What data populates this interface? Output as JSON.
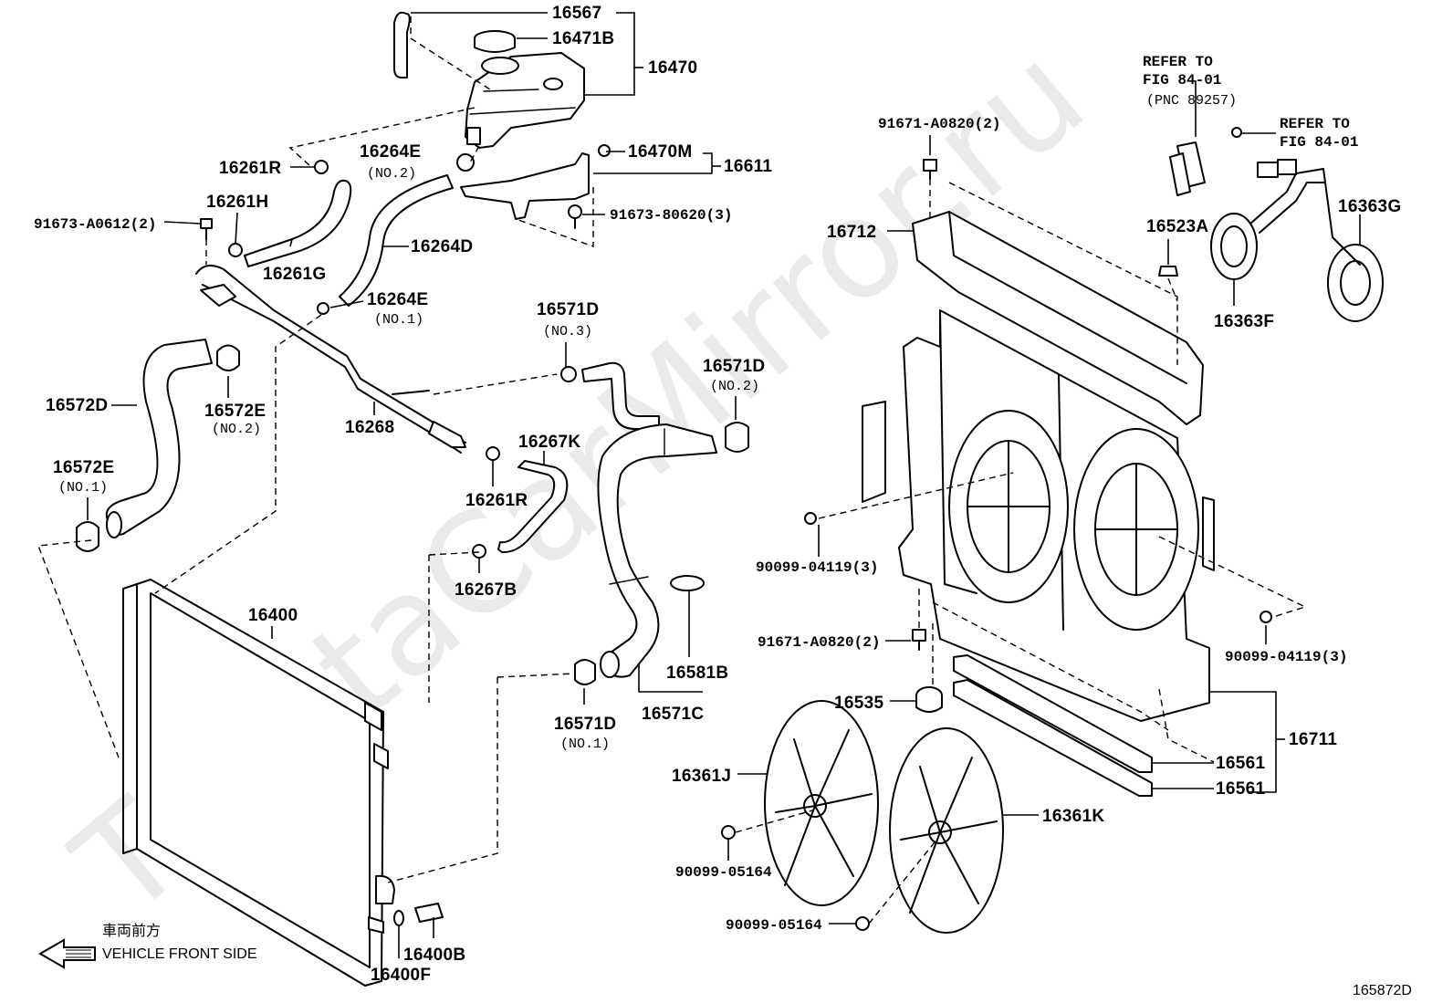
{
  "watermark": "ToyotaCarMirror.ru",
  "diagram_code": "165872D",
  "front_note": {
    "jp": "車両前方",
    "en": "VEHICLE FRONT SIDE"
  },
  "refer1": {
    "line1": "REFER TO",
    "line2": "FIG 84-01",
    "line3": "(PNC 89257)"
  },
  "refer2": {
    "line1": "REFER TO",
    "line2": "FIG 84-01"
  },
  "parts": {
    "p16567": "16567",
    "p16471B": "16471B",
    "p16470": "16470",
    "p16264E_2": "16264E",
    "p16264E_2_sub": "(NO.2)",
    "p16470M": "16470M",
    "p16611": "16611",
    "p16261R_top": "16261R",
    "p16261H": "16261H",
    "p91673A0612": "91673-A0612(2)",
    "p9167380620": "91673-80620(3)",
    "p16261G": "16261G",
    "p16264D": "16264D",
    "p16264E_1": "16264E",
    "p16264E_1_sub": "(NO.1)",
    "p16572D": "16572D",
    "p16572E_2": "16572E",
    "p16572E_2_sub": "(NO.2)",
    "p16571D_3": "16571D",
    "p16571D_3_sub": "(NO.3)",
    "p16571D_2": "16571D",
    "p16571D_2_sub": "(NO.2)",
    "p16268": "16268",
    "p16572E_1": "16572E",
    "p16572E_1_sub": "(NO.1)",
    "p16267K": "16267K",
    "p16261R_mid": "16261R",
    "p16267B": "16267B",
    "p16400": "16400",
    "p16581B": "16581B",
    "p16571D_1": "16571D",
    "p16571D_1_sub": "(NO.1)",
    "p16571C": "16571C",
    "p16400B": "16400B",
    "p16400F": "16400F",
    "p91671A0820_top": "91671-A0820(2)",
    "p16712": "16712",
    "p16523A": "16523A",
    "p16363G": "16363G",
    "p16363F": "16363F",
    "p9009904119_left": "90099-04119(3)",
    "p9009904119_right": "90099-04119(3)",
    "p91671A0820_bot": "91671-A0820(2)",
    "p16535": "16535",
    "p16711": "16711",
    "p16561_a": "16561",
    "p16561_b": "16561",
    "p16361J": "16361J",
    "p16361K": "16361K",
    "p9009905164_a": "90099-05164",
    "p9009905164_b": "90099-05164"
  }
}
